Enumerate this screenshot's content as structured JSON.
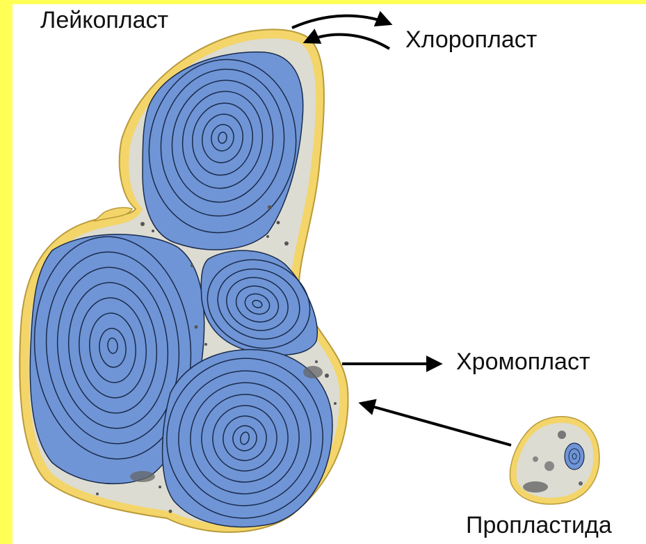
{
  "labels": {
    "leucoplast": "Лейкопласт",
    "chloroplast": "Хлоропласт",
    "chromoplast": "Хромопласт",
    "proplastid": "Пропластида"
  },
  "colors": {
    "background": "#ffffff",
    "frame_yellow": "#ffff55",
    "envelope": "#f4d56a",
    "envelope_stroke": "#b89a3a",
    "stroma": "#dcdcd2",
    "starch_grain": "#6f95d6",
    "starch_rings": "#1a2a4a",
    "arrow": "#000000"
  }
}
